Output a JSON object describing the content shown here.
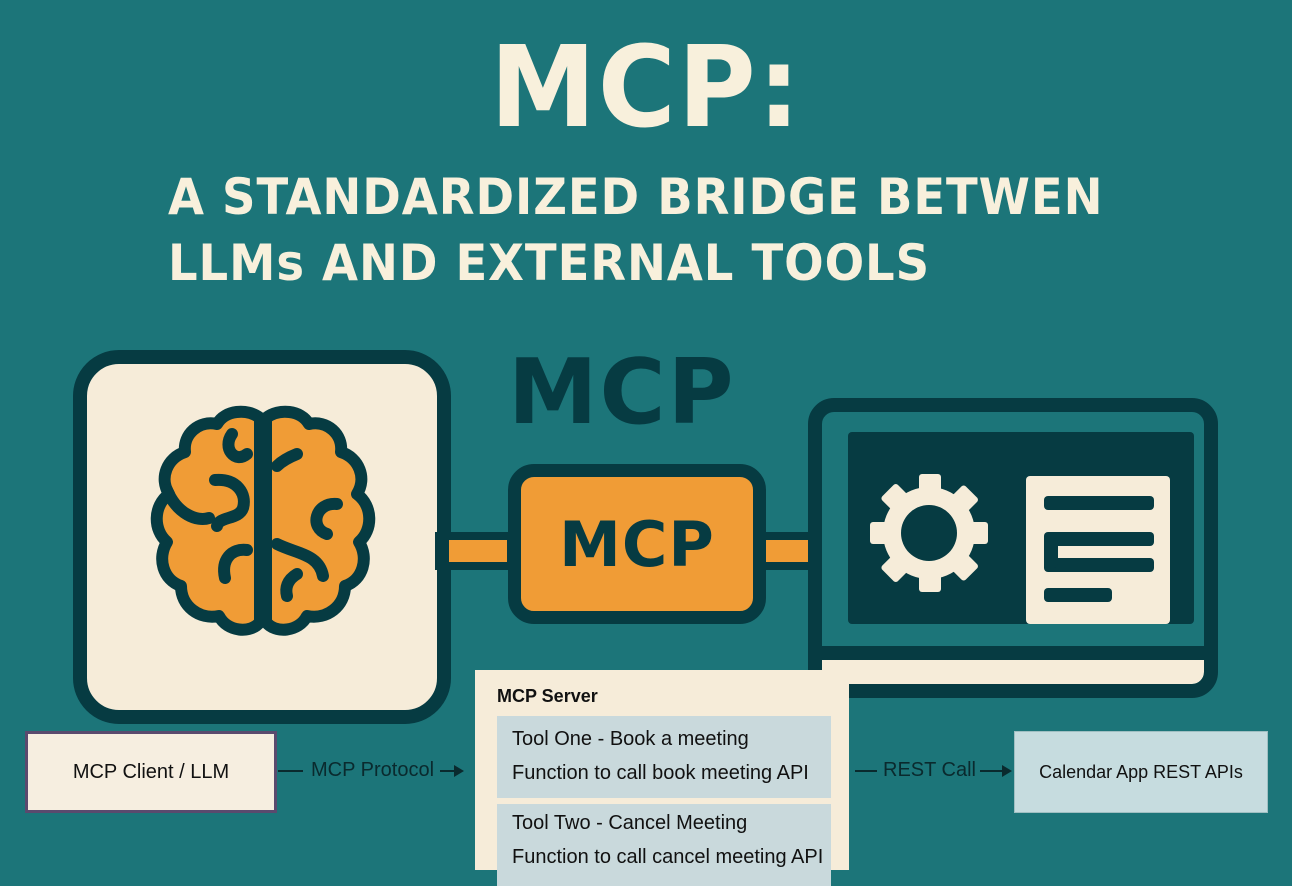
{
  "header": {
    "title": "MCP:",
    "subtitle_line1": "A STANDARDIZED BRIDGE BETWEN",
    "subtitle_line2": "LLMs AND EXTERNAL TOOLS"
  },
  "illustration": {
    "mcp_heading": "MCP",
    "chip_label": "MCP",
    "left_icon": "brain-icon",
    "right_icon": "laptop-icon",
    "right_icon_contents": [
      "gear-icon",
      "document-icon"
    ]
  },
  "flow": {
    "client_label": "MCP Client / LLM",
    "protocol_label": "MCP Protocol",
    "server": {
      "title": "MCP Server",
      "tools": [
        {
          "name": "Tool One - Book a meeting",
          "description": "Function to call book meeting API"
        },
        {
          "name": "Tool Two - Cancel Meeting",
          "description": "Function to call cancel meeting API"
        }
      ]
    },
    "rest_label": "REST Call",
    "target_label": "Calendar App REST APIs"
  },
  "colors": {
    "background": "#1c7579",
    "dark": "#063b42",
    "cream": "#f6ecd9",
    "orange": "#f09c36",
    "tool_bg": "#c9d9dc"
  }
}
